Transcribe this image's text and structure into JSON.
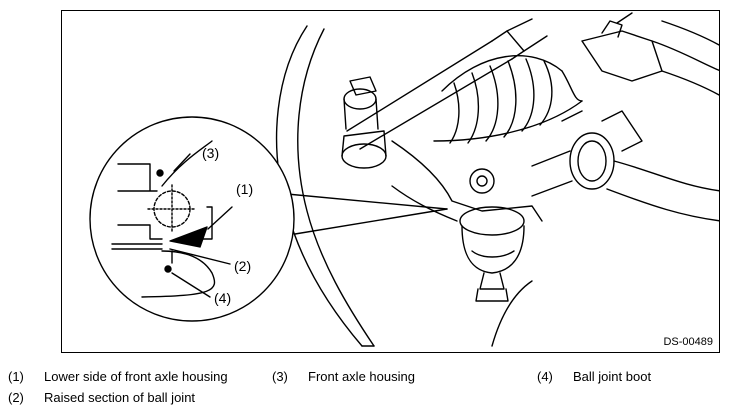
{
  "figure": {
    "code": "DS-00489",
    "callouts": [
      "(1)",
      "(2)",
      "(3)",
      "(4)"
    ]
  },
  "legend": [
    {
      "num": "(1)",
      "text": "Lower side of front axle housing"
    },
    {
      "num": "(2)",
      "text": "Raised section of ball joint"
    },
    {
      "num": "(3)",
      "text": "Front axle housing"
    },
    {
      "num": "(4)",
      "text": "Ball joint boot"
    }
  ]
}
